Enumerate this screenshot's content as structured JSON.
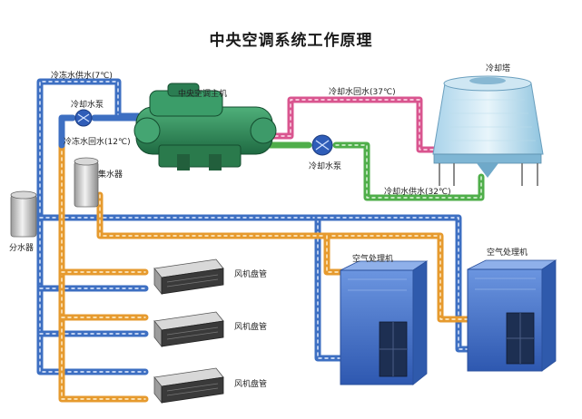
{
  "title": "中央空调系统工作原理",
  "labels": {
    "chilled_supply": "冷冻水供水(7℃)",
    "chilled_pump": "冷却水泵",
    "chilled_return": "冷冻水回水(12℃)",
    "chiller": "中央空调主机",
    "cooling_return": "冷却水回水(37℃)",
    "cooling_tower": "冷却塔",
    "cooling_pump": "冷却水泵",
    "cooling_supply": "冷却水供水(32℃)",
    "collector": "集水器",
    "distributor": "分水器",
    "fcu_1": "风机盘管",
    "fcu_2": "风机盘管",
    "fcu_3": "风机盘管",
    "ahu_1": "空气处理机",
    "ahu_2": "空气处理机"
  },
  "colors": {
    "chilled_supply_pipe": "#3d6fc2",
    "return_pipe": "#e69a2e",
    "cooling_return_pipe": "#d9558f",
    "cooling_supply_pipe": "#4fae4a",
    "chiller_body": "#2f8a5a",
    "ahu_body": "#3f6fc7"
  }
}
